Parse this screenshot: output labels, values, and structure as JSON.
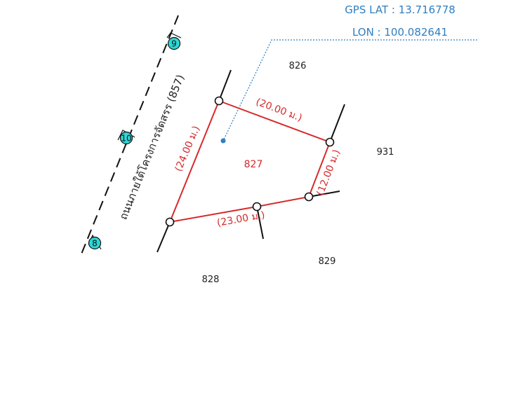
{
  "gps": {
    "lat_text": "GPS LAT : 13.716778",
    "lon_text": "LON : 100.082641"
  },
  "parcels": {
    "main": "827",
    "north": "826",
    "east": "931",
    "south": "829",
    "southwest": "828"
  },
  "dimensions": {
    "top": "(20.00 ม.)",
    "right": "(12.00 ม.)",
    "bottom": "(23.00 ม.)",
    "left": "(24.00 ม.)"
  },
  "road": {
    "label": "ถนนภายใต้โครงการจัดสรร (857)"
  },
  "markers": [
    "9",
    "10",
    "8"
  ],
  "colors": {
    "boundary": "#d62a2a",
    "gps_text": "#2f7fc1",
    "marker_fill": "#2fd6d6",
    "lines": "#111111"
  }
}
